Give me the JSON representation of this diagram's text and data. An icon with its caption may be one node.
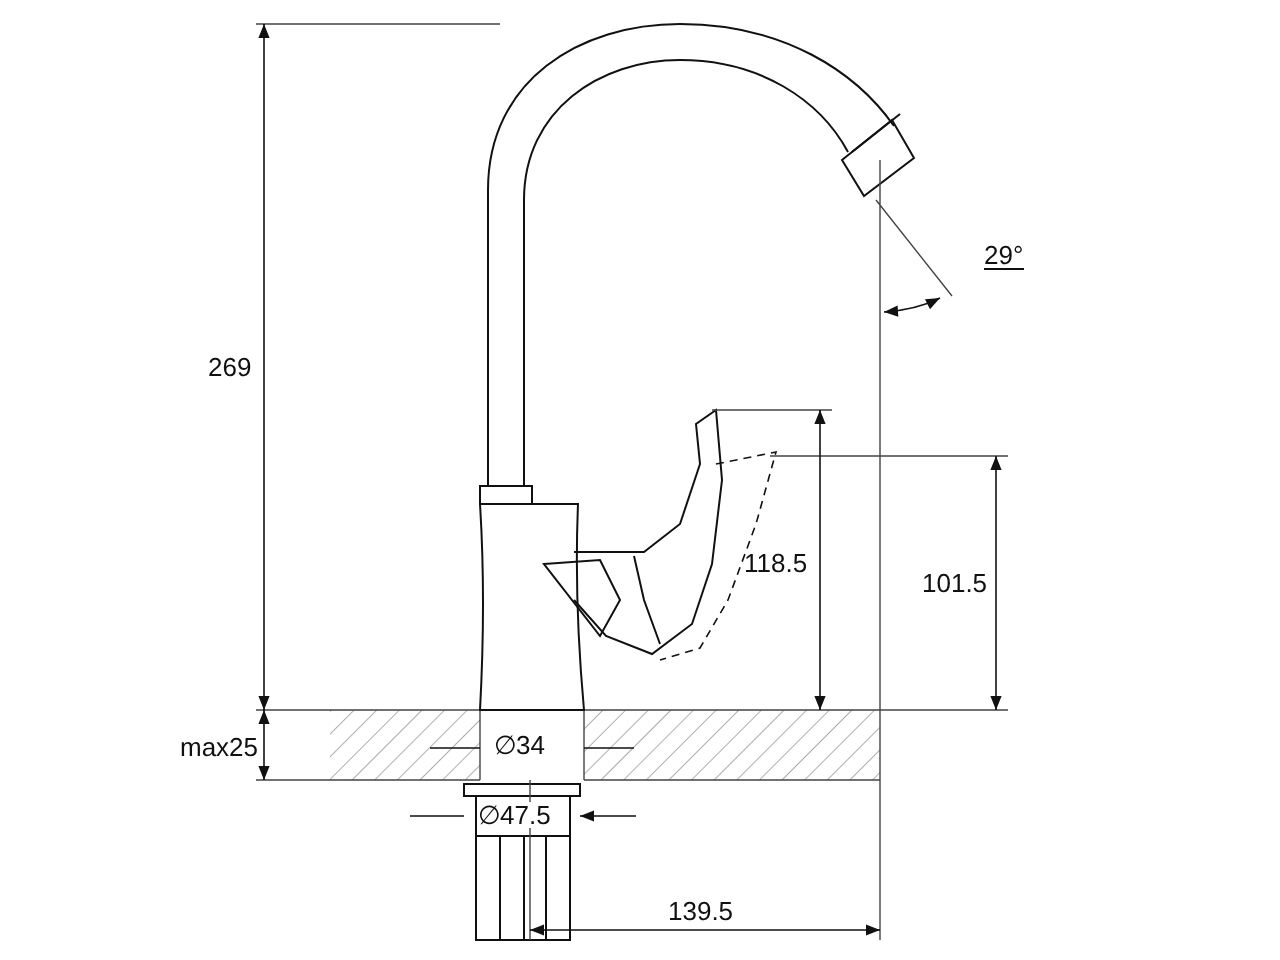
{
  "diagram": {
    "labels": [
      "269",
      "29°",
      "118.5",
      "101.5",
      "max25",
      "∅34",
      "∅47.5",
      "139.5"
    ]
  }
}
